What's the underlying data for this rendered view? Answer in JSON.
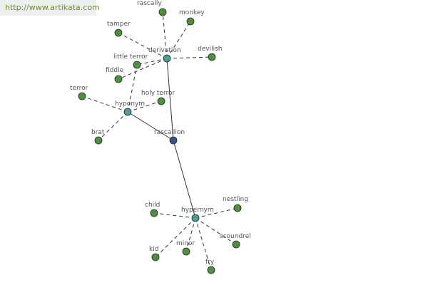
{
  "watermark": {
    "text": "http://www.artikata.com"
  },
  "colors": {
    "leaf": "#4f8f3f",
    "relation": "#4f9a9a",
    "center": "#3d4f8f",
    "stroke": "#1f2a1f",
    "edge": "#333333"
  },
  "graph": {
    "nodes": [
      {
        "id": "rascallion",
        "label": "rascallion",
        "kind": "center"
      },
      {
        "id": "derivation",
        "label": "derivation",
        "kind": "relation"
      },
      {
        "id": "hyponym",
        "label": "hyponym",
        "kind": "relation"
      },
      {
        "id": "hypernym",
        "label": "hypernym",
        "kind": "relation"
      },
      {
        "id": "rascally",
        "label": "rascally",
        "kind": "leaf"
      },
      {
        "id": "monkey",
        "label": "monkey",
        "kind": "leaf"
      },
      {
        "id": "tamper",
        "label": "tamper",
        "kind": "leaf"
      },
      {
        "id": "devilish",
        "label": "devilish",
        "kind": "leaf"
      },
      {
        "id": "little-terror",
        "label": "little terror",
        "kind": "leaf"
      },
      {
        "id": "fiddle",
        "label": "fiddle",
        "kind": "leaf"
      },
      {
        "id": "terror",
        "label": "terror",
        "kind": "leaf"
      },
      {
        "id": "holy-terror",
        "label": "holy terror",
        "kind": "leaf"
      },
      {
        "id": "brat",
        "label": "brat",
        "kind": "leaf"
      },
      {
        "id": "child",
        "label": "child",
        "kind": "leaf"
      },
      {
        "id": "nestling",
        "label": "nestling",
        "kind": "leaf"
      },
      {
        "id": "scoundrel",
        "label": "scoundrel",
        "kind": "leaf"
      },
      {
        "id": "kid",
        "label": "kid",
        "kind": "leaf"
      },
      {
        "id": "minor",
        "label": "minor",
        "kind": "leaf"
      },
      {
        "id": "fry",
        "label": "fry",
        "kind": "leaf"
      }
    ],
    "edges": [
      {
        "from": "rascallion",
        "to": "derivation",
        "style": "solid"
      },
      {
        "from": "rascallion",
        "to": "hyponym",
        "style": "solid"
      },
      {
        "from": "rascallion",
        "to": "hypernym",
        "style": "solid"
      },
      {
        "from": "derivation",
        "to": "rascally",
        "style": "dashed"
      },
      {
        "from": "derivation",
        "to": "monkey",
        "style": "dashed"
      },
      {
        "from": "derivation",
        "to": "tamper",
        "style": "dashed"
      },
      {
        "from": "derivation",
        "to": "devilish",
        "style": "dashed"
      },
      {
        "from": "derivation",
        "to": "little-terror",
        "style": "dashed"
      },
      {
        "from": "derivation",
        "to": "fiddle",
        "style": "dashed"
      },
      {
        "from": "hyponym",
        "to": "terror",
        "style": "dashed"
      },
      {
        "from": "hyponym",
        "to": "holy-terror",
        "style": "dashed"
      },
      {
        "from": "hyponym",
        "to": "brat",
        "style": "dashed"
      },
      {
        "from": "hyponym",
        "to": "little-terror",
        "style": "dashed"
      },
      {
        "from": "hypernym",
        "to": "child",
        "style": "dashed"
      },
      {
        "from": "hypernym",
        "to": "nestling",
        "style": "dashed"
      },
      {
        "from": "hypernym",
        "to": "scoundrel",
        "style": "dashed"
      },
      {
        "from": "hypernym",
        "to": "kid",
        "style": "dashed"
      },
      {
        "from": "hypernym",
        "to": "minor",
        "style": "dashed"
      },
      {
        "from": "hypernym",
        "to": "fry",
        "style": "dashed"
      }
    ]
  }
}
